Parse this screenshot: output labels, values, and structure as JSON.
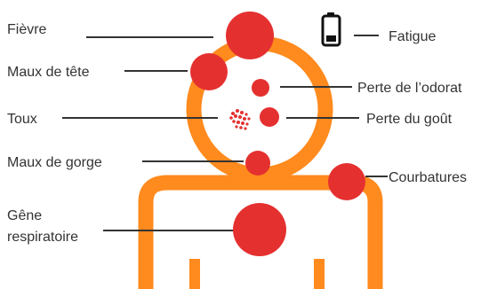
{
  "labels": {
    "fievre": "Fièvre",
    "maux_de_tete": "Maux de tête",
    "toux": "Toux",
    "maux_de_gorge": "Maux de gorge",
    "gene_line1": "Gêne",
    "gene_line2": "respiratoire",
    "fatigue": "Fatigue",
    "perte_odorat": "Perte de l’odorat",
    "perte_gout": "Perte du goût",
    "courbatures": "Courbatures"
  },
  "colors": {
    "body_outline": "#FF8A1D",
    "symptom_dot": "#E53030",
    "text": "#333333",
    "leader_line": "#333333",
    "battery_icon": "#111111"
  },
  "icons": {
    "fatigue": "battery-low-icon",
    "toux": "virus-droplets-icon"
  }
}
